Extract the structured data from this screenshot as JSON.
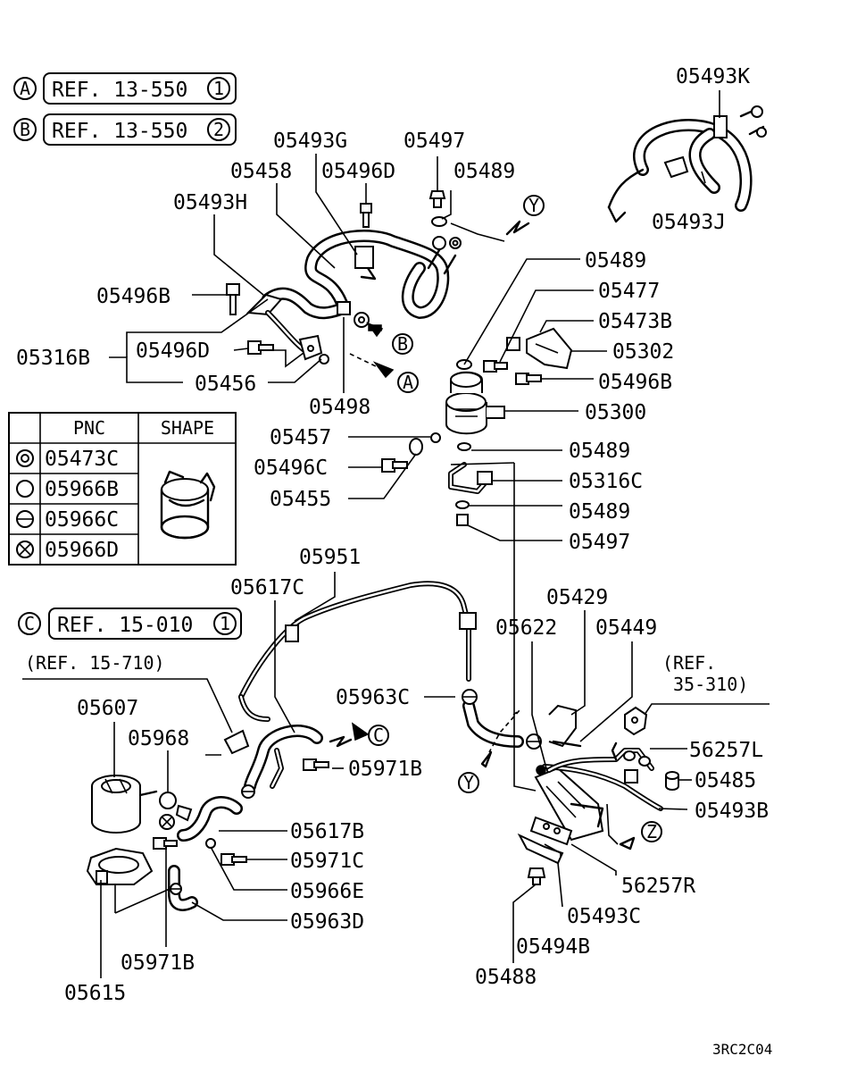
{
  "refs": [
    {
      "letter": "A",
      "text": "REF. 13-550",
      "num": "1"
    },
    {
      "letter": "B",
      "text": "REF. 13-550",
      "num": "2"
    },
    {
      "letter": "C",
      "text": "REF. 15-010",
      "num": "1"
    }
  ],
  "table": {
    "headers": {
      "pnc": "PNC",
      "shape": "SHAPE"
    },
    "rows": [
      "05473C",
      "05966B",
      "05966C",
      "05966D"
    ]
  },
  "callouts": {
    "y": "Y",
    "z": "Z",
    "a": "A",
    "b": "B",
    "c": "C"
  },
  "notes": {
    "ref_15_710": "(REF. 15-710)",
    "ref_35_310_a": "(REF.",
    "ref_35_310_b": "35-310)"
  },
  "labels": {
    "p05493K": "05493K",
    "p05493J": "05493J",
    "p05493G": "05493G",
    "p05497_top": "05497",
    "p05458": "05458",
    "p05496D_top": "05496D",
    "p05489_a": "05489",
    "p05493H": "05493H",
    "p05489_b": "05489",
    "p05477": "05477",
    "p05473B": "05473B",
    "p05302": "05302",
    "p05496B_left": "05496B",
    "p05496B_right": "05496B",
    "p05316B": "05316B",
    "p05496D_mid": "05496D",
    "p05456": "05456",
    "p05498": "05498",
    "p05300": "05300",
    "p05457": "05457",
    "p05489_c": "05489",
    "p05496C": "05496C",
    "p05316C": "05316C",
    "p05455": "05455",
    "p05489_d": "05489",
    "p05497_mid": "05497",
    "p05951": "05951",
    "p05617C": "05617C",
    "p05429": "05429",
    "p05622": "05622",
    "p05449": "05449",
    "p05607": "05607",
    "p05963C": "05963C",
    "p05968": "05968",
    "p05971B_mid": "05971B",
    "p56257L": "56257L",
    "p05485": "05485",
    "p05493B": "05493B",
    "p05617B": "05617B",
    "p05971C": "05971C",
    "p05966E": "05966E",
    "p56257R": "56257R",
    "p05963D": "05963D",
    "p05493C": "05493C",
    "p05971B_bot": "05971B",
    "p05494B": "05494B",
    "p05488": "05488",
    "p05615": "05615"
  },
  "footer_code": "3RC2C04"
}
